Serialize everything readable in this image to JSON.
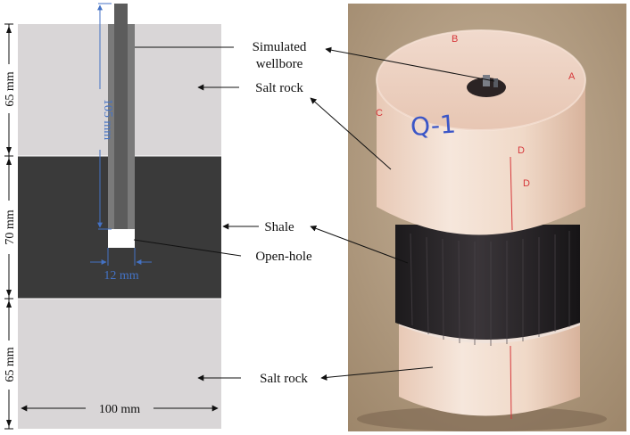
{
  "labels": {
    "simulated_line1": "Simulated",
    "simulated_line2": "wellbore",
    "salt_rock_top": "Salt rock",
    "shale": "Shale",
    "open_hole": "Open-hole",
    "salt_rock_bottom": "Salt rock"
  },
  "dimensions": {
    "top_thickness": "65 mm",
    "middle_thickness": "70 mm",
    "bottom_thickness": "65 mm",
    "wellbore_depth": "105 mm",
    "hole_diameter": "12 mm",
    "width": "100 mm"
  },
  "specimen_marks": {
    "sample_id": "Q-1",
    "mark_b": "B",
    "mark_a": "A",
    "mark_c": "C",
    "mark_d1": "D",
    "mark_d2": "D"
  },
  "colors": {
    "salt_rock": "#d9d6d7",
    "shale": "#3a3a3a",
    "casing_outer": "#7a7a7a",
    "casing_inner": "#5c5c5c",
    "dimension_blue": "#4472c4"
  }
}
